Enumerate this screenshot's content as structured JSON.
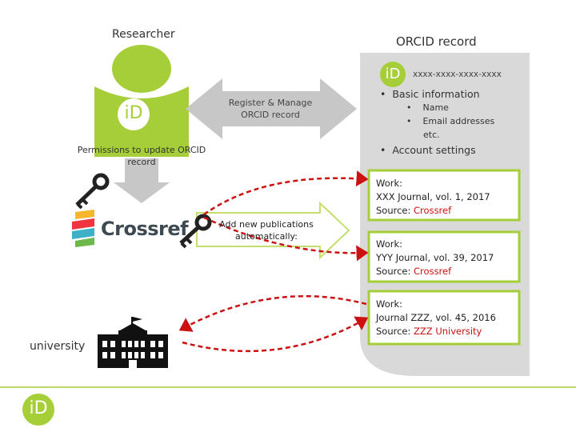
{
  "researcher": {
    "label": "Researcher"
  },
  "record": {
    "title": "ORCID record",
    "id_text": "xxxx-xxxx-xxxx-xxxx",
    "basic_info": "Basic information",
    "sub_items": [
      "Name",
      "Email addresses"
    ],
    "etc": "etc.",
    "account": "Account settings"
  },
  "register_arrow": {
    "label": "Register & Manage ORCID record"
  },
  "permissions": {
    "label": "Permissions to update ORCID record"
  },
  "crossref": {
    "name": "Crossref"
  },
  "add_arrow": {
    "label": "Add new publications automatically:"
  },
  "works": [
    {
      "heading": "Work:",
      "line": "XXX Journal, vol. 1, 2017",
      "source_label": "Source:",
      "source": "Crossref"
    },
    {
      "heading": "Work:",
      "line": "YYY Journal, vol. 39, 2017",
      "source_label": "Source:",
      "source": "Crossref"
    },
    {
      "heading": "Work:",
      "line": "Journal ZZZ, vol. 45, 2016",
      "source_label": "Source:",
      "source": "ZZZ University"
    }
  ],
  "university": {
    "label": "university"
  },
  "logo_text": "iD",
  "colors": {
    "orcid_green": "#a6ce39",
    "record_gray": "#d9d9d9",
    "arrow_gray": "#c7c7c7",
    "red": "#cc1111",
    "crossref_gray": "#3d4a52"
  }
}
